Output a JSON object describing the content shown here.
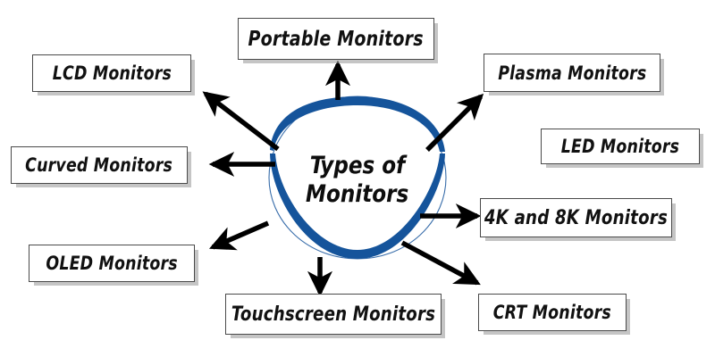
{
  "diagram": {
    "type": "radial-mind-map",
    "center": {
      "line1": "Types of",
      "line2": "Monitors",
      "stroke_color": "#15549B",
      "shape": "circle"
    },
    "background_color": "#FFFFFF",
    "box_border_color": "#4A4A4A",
    "box_fill_color": "#FFFFFF",
    "arrow_color": "#000000",
    "nodes": [
      {
        "id": "portable",
        "label": "Portable Monitors",
        "direction": "up"
      },
      {
        "id": "lcd",
        "label": "LCD Monitors",
        "direction": "up-left"
      },
      {
        "id": "plasma",
        "label": "Plasma Monitors",
        "direction": "up-right"
      },
      {
        "id": "led",
        "label": "LED Monitors",
        "direction": "right"
      },
      {
        "id": "curved",
        "label": "Curved Monitors",
        "direction": "left"
      },
      {
        "id": "4k8k",
        "label": "4K and 8K Monitors",
        "direction": "right"
      },
      {
        "id": "oled",
        "label": "OLED Monitors",
        "direction": "down-left"
      },
      {
        "id": "crt",
        "label": "CRT Monitors",
        "direction": "down-right"
      },
      {
        "id": "touchscreen",
        "label": "Touchscreen Monitors",
        "direction": "down"
      }
    ],
    "arrows": [
      {
        "from": "center",
        "to": "portable",
        "name": "arrow-to-portable"
      },
      {
        "from": "center",
        "to": "lcd",
        "name": "arrow-to-lcd"
      },
      {
        "from": "center",
        "to": "plasma",
        "name": "arrow-to-plasma"
      },
      {
        "from": "center",
        "to": "curved",
        "name": "arrow-to-curved"
      },
      {
        "from": "center",
        "to": "4k8k",
        "name": "arrow-to-4k8k"
      },
      {
        "from": "center",
        "to": "oled",
        "name": "arrow-to-oled"
      },
      {
        "from": "center",
        "to": "crt",
        "name": "arrow-to-crt"
      },
      {
        "from": "center",
        "to": "touchscreen",
        "name": "arrow-to-touchscreen"
      }
    ]
  }
}
